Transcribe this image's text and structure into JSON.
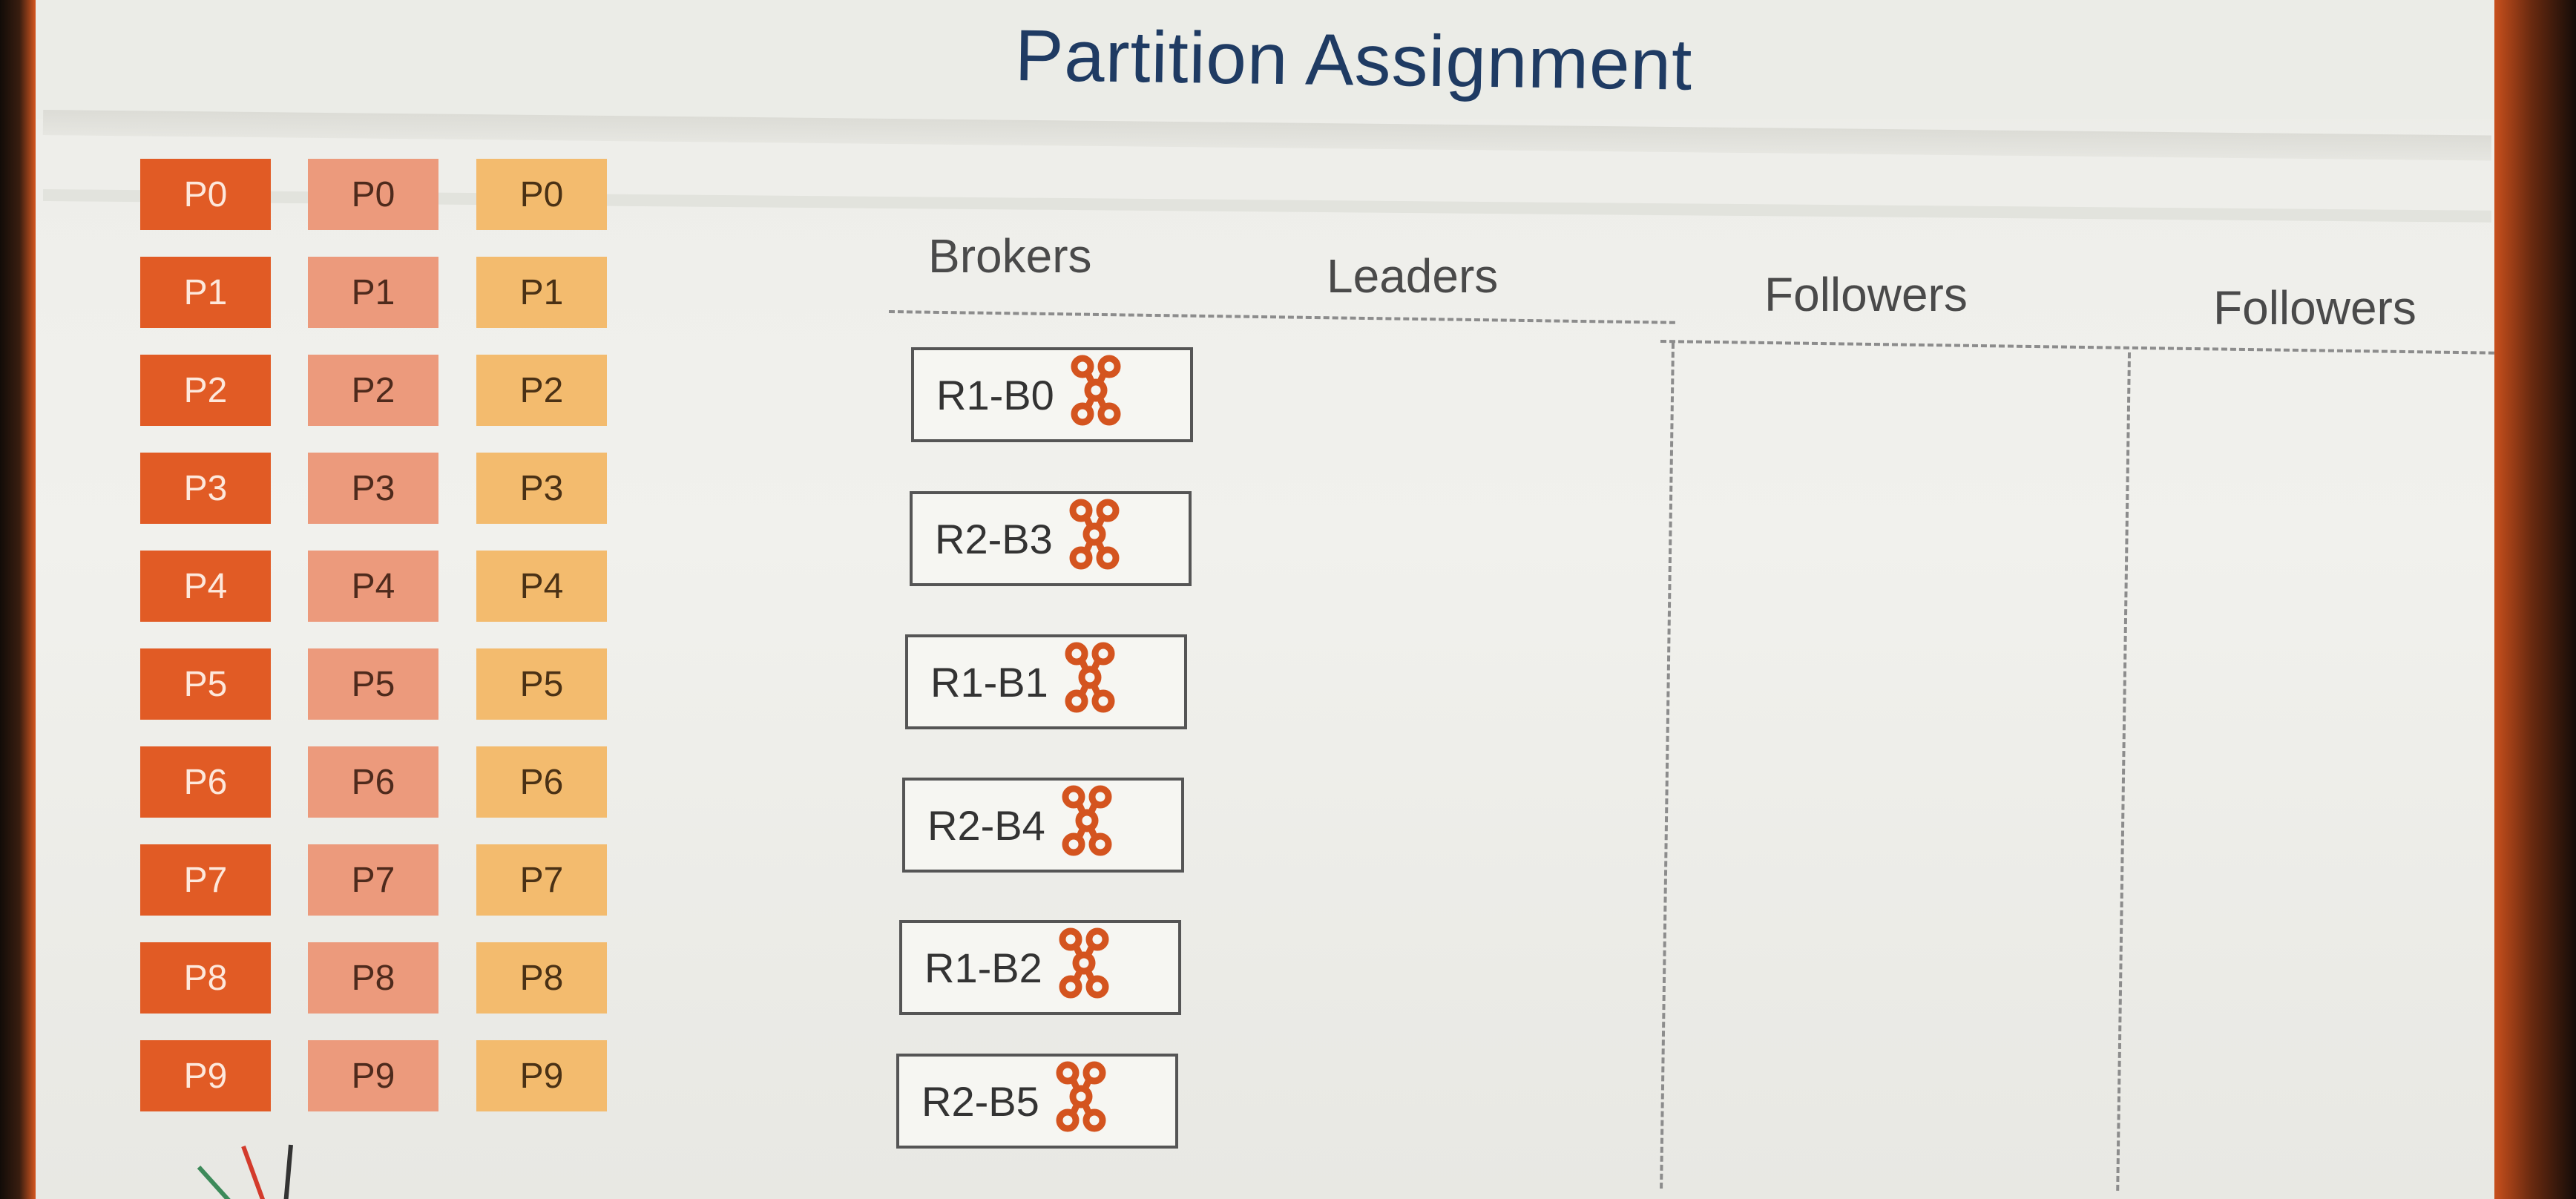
{
  "title": "Partition Assignment",
  "columns": {
    "brokers": "Brokers",
    "leaders": "Leaders",
    "followers_1": "Followers",
    "followers_2": "Followers"
  },
  "partitions": [
    [
      "P0",
      "P1",
      "P2",
      "P3",
      "P4",
      "P5",
      "P6",
      "P7",
      "P8",
      "P9"
    ],
    [
      "P0",
      "P1",
      "P2",
      "P3",
      "P4",
      "P5",
      "P6",
      "P7",
      "P8",
      "P9"
    ],
    [
      "P0",
      "P1",
      "P2",
      "P3",
      "P4",
      "P5",
      "P6",
      "P7",
      "P8",
      "P9"
    ]
  ],
  "brokers": [
    "R1-B0",
    "R2-B3",
    "R1-B1",
    "R2-B4",
    "R1-B2",
    "R2-B5"
  ],
  "broker_icon": "kafka-icon",
  "colors": {
    "partition_col_1": "#e15b25",
    "partition_col_2": "#ec9a7c",
    "partition_col_3": "#f3bb6e",
    "title": "#1f3b63",
    "kafka_icon": "#d4541f"
  }
}
